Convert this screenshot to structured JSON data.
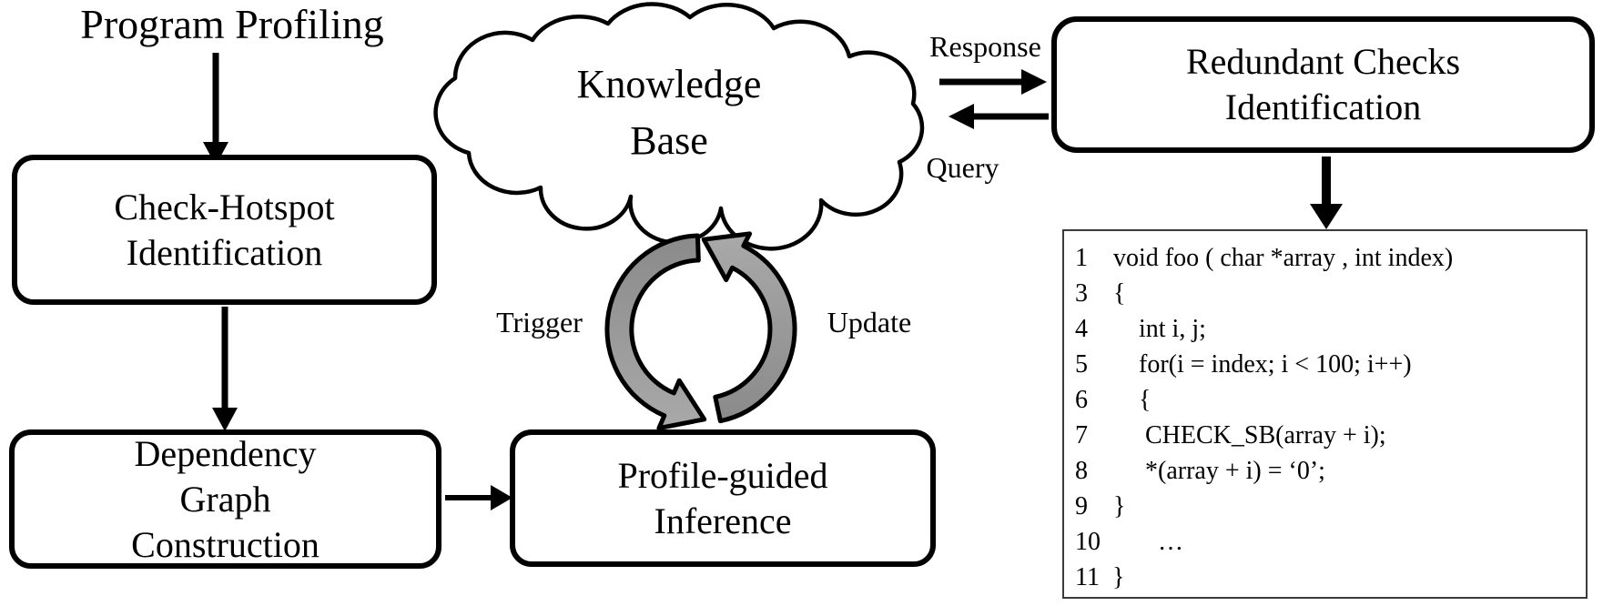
{
  "title": "Program Profiling",
  "cloud": {
    "lines": [
      "Knowledge",
      "Base"
    ]
  },
  "boxes": {
    "check_hotspot": {
      "lines": [
        "Check-Hotspot",
        "Identification"
      ]
    },
    "dependency": {
      "lines": [
        "Dependency",
        "Graph",
        "Construction"
      ]
    },
    "profile_guided": {
      "lines": [
        "Profile-guided",
        "Inference"
      ]
    },
    "redundant": {
      "lines": [
        "Redundant Checks",
        "Identification"
      ]
    }
  },
  "edge_labels": {
    "response": "Response",
    "query": "Query",
    "trigger": "Trigger",
    "update": "Update"
  },
  "code_panel": {
    "lines": [
      "1    void foo ( char *array , int index)",
      "3    {",
      "4        int i, j;",
      "5        for(i = index; i < 100; i++)",
      "6        {",
      "7         CHECK_SB(array + i);",
      "8         *(array + i) = ‘0’;",
      "9    }",
      "10         …",
      "11  }"
    ]
  },
  "colors": {
    "line": "#000000",
    "cycle_dark": "#8a8a8a",
    "cycle_light": "#a9a9a9",
    "background": "#ffffff"
  }
}
